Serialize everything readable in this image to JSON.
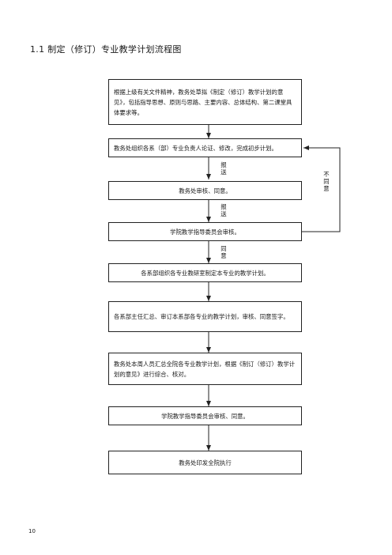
{
  "heading": "1.1 制定（修订）专业教学计划流程图",
  "steps": [
    "根据上级有关文件精神，教务处草拟《制定（修订）教学计划的意见》，包括指导思想、原则与思路、主要内容、总体结构、第二课堂具体要求等。",
    "教务处组织各系（部）专业负责人论证、修改，完成初步计划。",
    "教务处审核、同意。",
    "学院教学指导委员会审核。",
    "各系部组织各专业教研室制定本专业的教学计划。",
    "各系部主任汇总、审订本系部各专业的教学计划，审核、同意签字。",
    "教务处本周人员汇总全院各专业教学计划，根据《制订（修订）教学计划的意见》进行综合、核对。",
    "学院教学指导委员会审核、同意。",
    "教务处印发全院执行"
  ],
  "edge_labels": {
    "report_1": "报送",
    "report_2": "报送",
    "agree": "同意",
    "disagree": "不同意"
  },
  "page_number": "10"
}
